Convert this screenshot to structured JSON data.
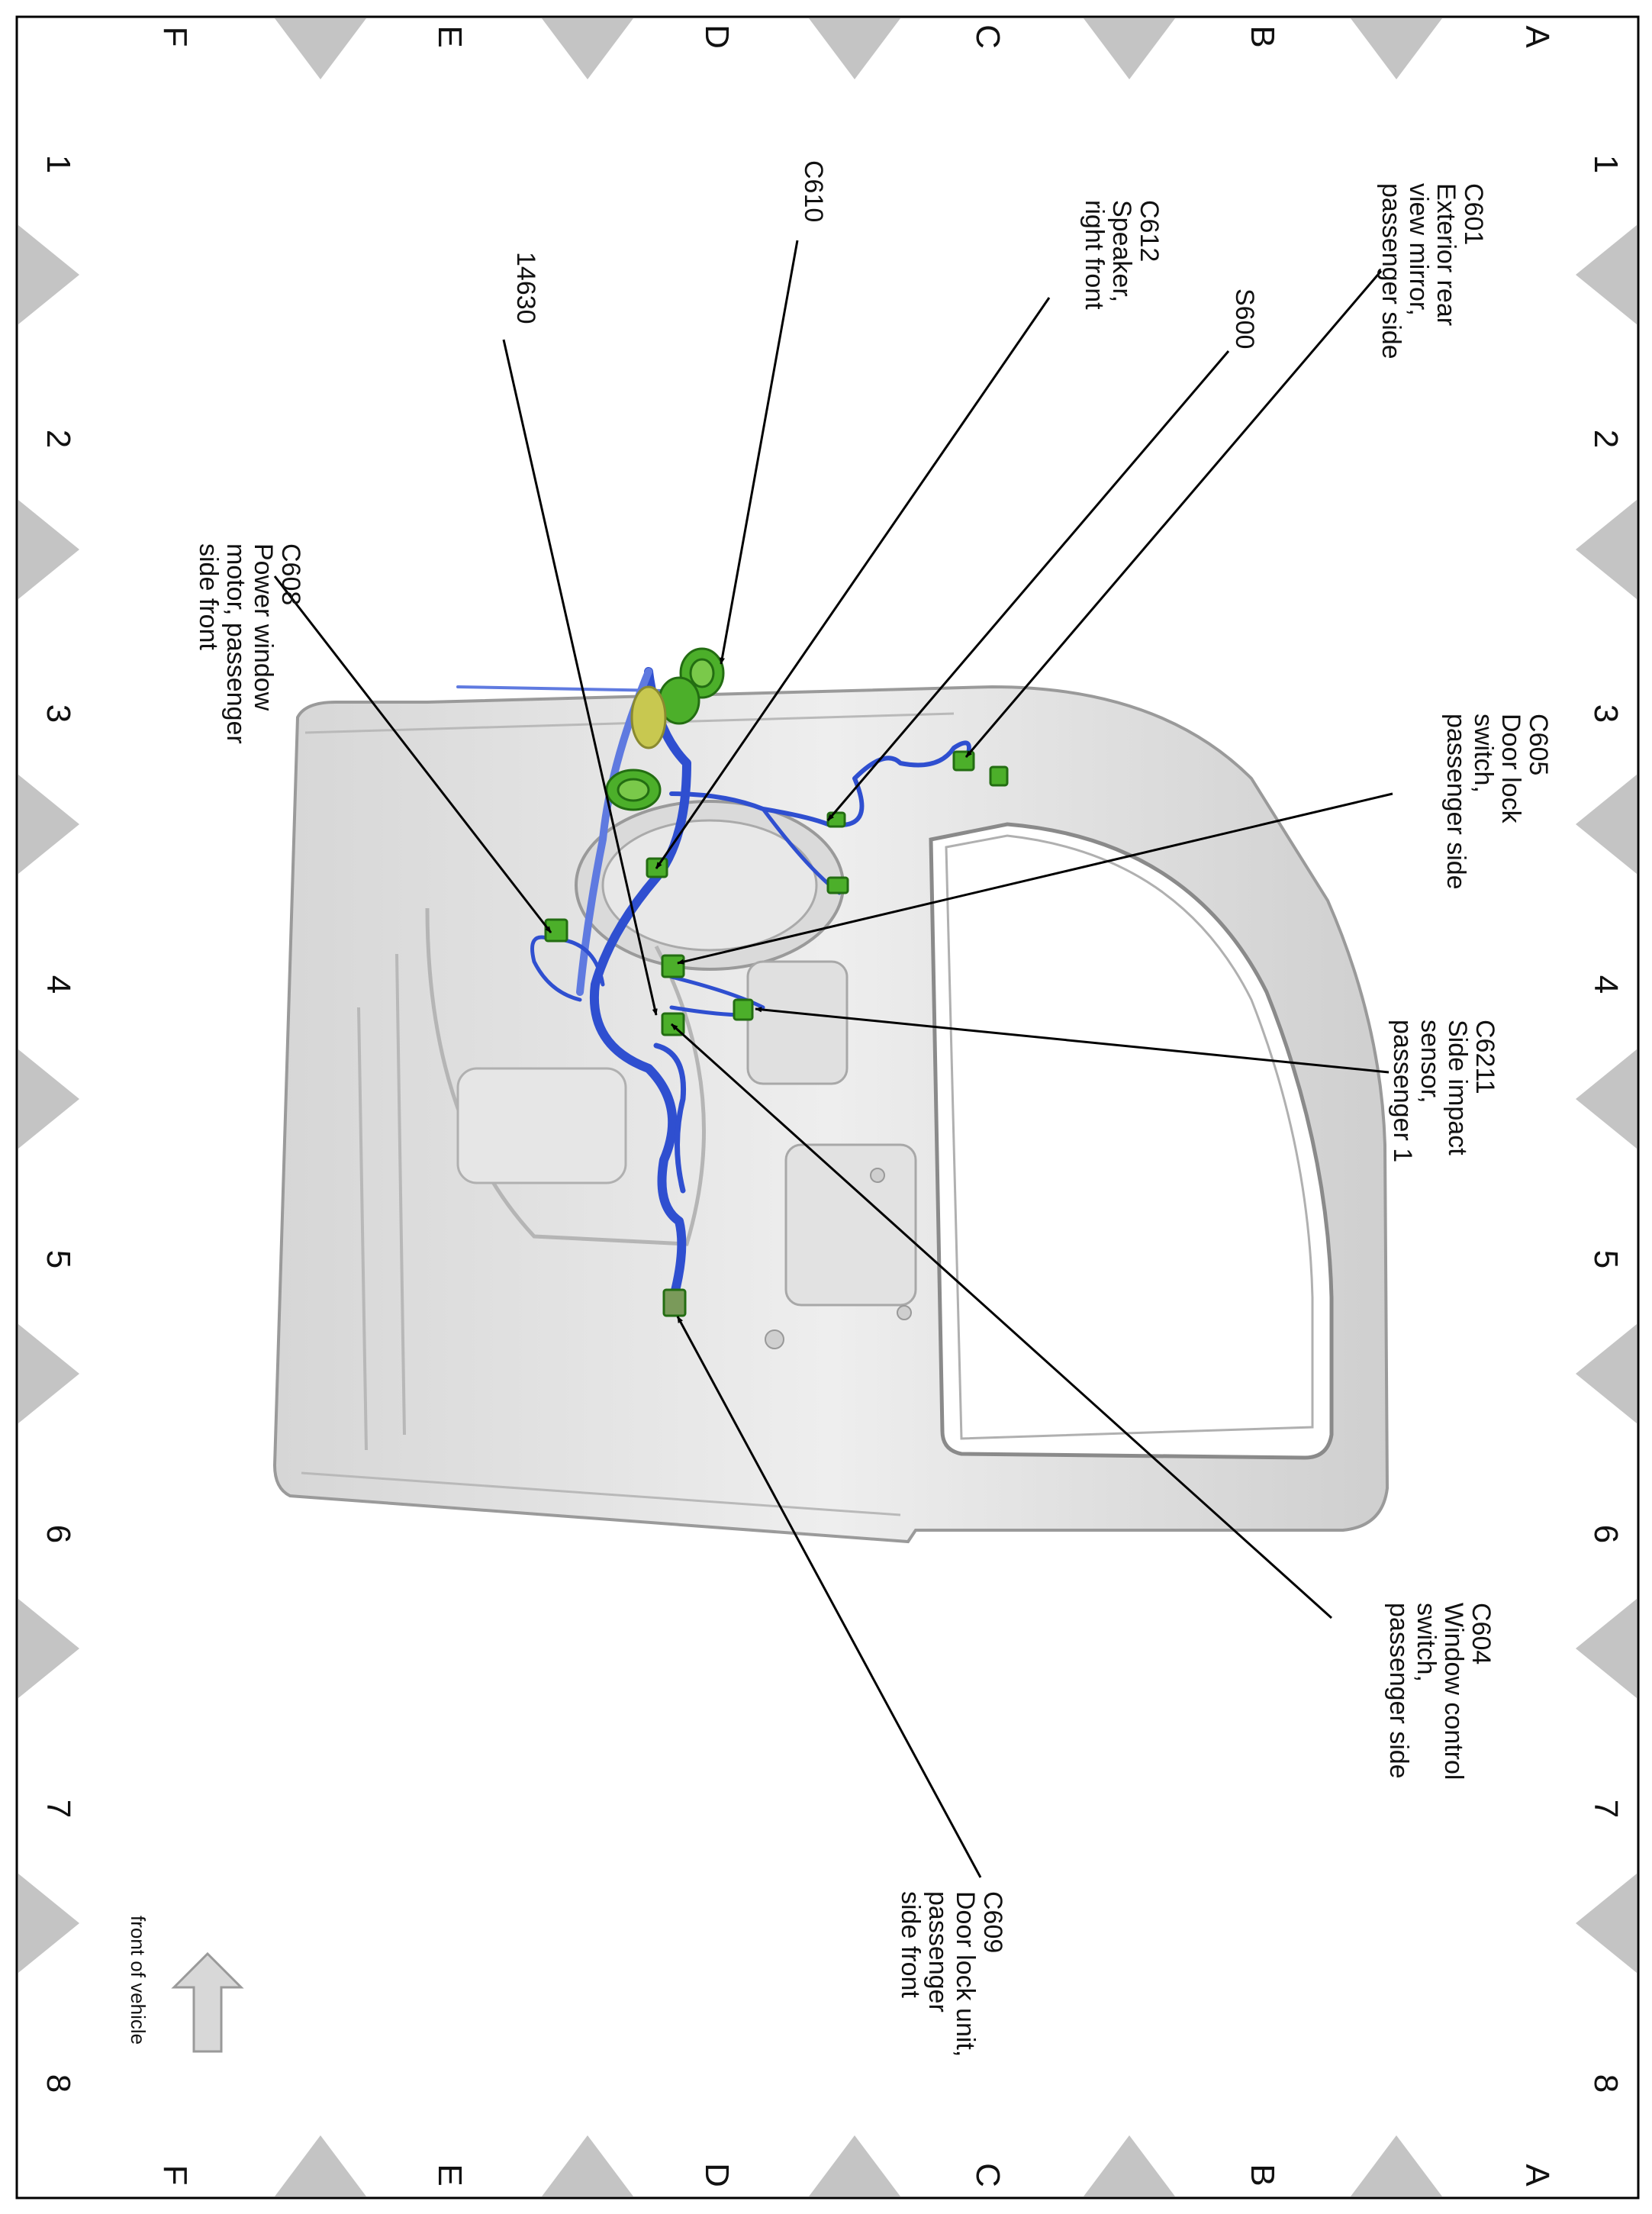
{
  "grid": {
    "letters": [
      "A",
      "B",
      "C",
      "D",
      "E",
      "F"
    ],
    "numbers": [
      "1",
      "2",
      "3",
      "4",
      "5",
      "6",
      "7",
      "8"
    ]
  },
  "callouts": {
    "c601": [
      "C601",
      "Exterior rear",
      "view mirror,",
      "passenger side"
    ],
    "c612": [
      "C612",
      "Speaker,",
      "right front"
    ],
    "c610": [
      "C610"
    ],
    "s600": [
      "S600"
    ],
    "h14630": [
      "14630"
    ],
    "c605": [
      "C605",
      "Door lock",
      "switch,",
      "passenger side"
    ],
    "c608": [
      "C608",
      "Power window",
      "motor, passenger",
      "side front"
    ],
    "c6211": [
      "C6211",
      "Side impact",
      "sensor,",
      "passenger 1"
    ],
    "c604": [
      "C604",
      "Window control",
      "switch,",
      "passenger side"
    ],
    "c609": [
      "C609",
      "Door lock unit,",
      "passenger",
      "side front"
    ]
  },
  "front_label": "front of vehicle",
  "icons": [
    "front-direction-arrow-icon"
  ],
  "colors": {
    "harness": "#2f4fd0",
    "connector": "#4caf2a",
    "panel": "#e4e4e4",
    "triangle": "#c4c4c4"
  }
}
